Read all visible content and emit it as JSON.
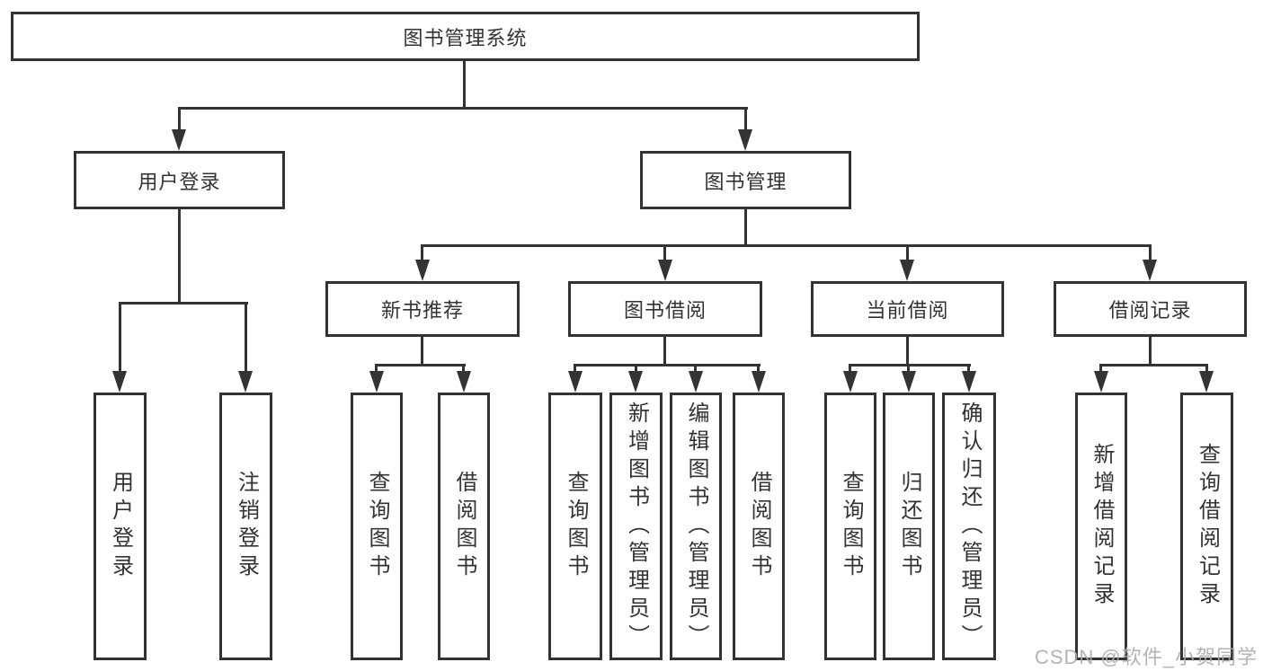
{
  "diagram": {
    "root": "图书管理系统",
    "login_branch": {
      "label": "用户登录",
      "children": [
        "用户登录",
        "注销登录"
      ]
    },
    "mgmt_branch": {
      "label": "图书管理",
      "sections": [
        {
          "label": "新书推荐",
          "children": [
            "查询图书",
            "借阅图书"
          ]
        },
        {
          "label": "图书借阅",
          "children": [
            "查询图书",
            "新增图书（管理员）",
            "编辑图书（管理员）",
            "借阅图书"
          ]
        },
        {
          "label": "当前借阅",
          "children": [
            "查询图书",
            "归还图书",
            "确认归还（管理员）"
          ]
        },
        {
          "label": "借阅记录",
          "children": [
            "新增借阅记录",
            "查询借阅记录"
          ]
        }
      ]
    }
  },
  "watermark": "CSDN @软件_小贺同学",
  "colors": {
    "line": "#333333",
    "text": "#333333",
    "background": "#ffffff",
    "watermark": "#ababab"
  }
}
